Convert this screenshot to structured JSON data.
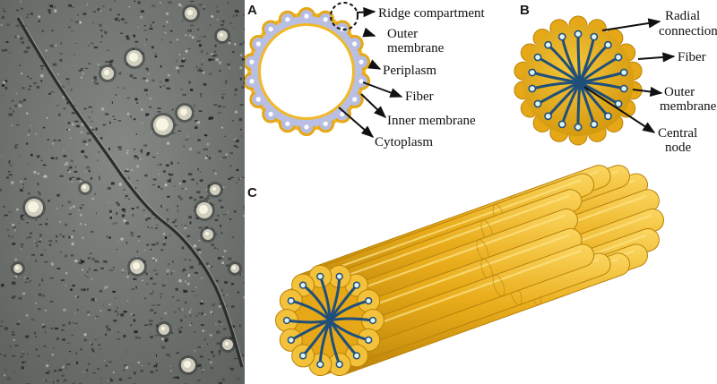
{
  "panels": {
    "A": {
      "letter": "A",
      "labels": {
        "ridge": "Ridge compartment",
        "outer1": "Outer",
        "outer2": "membrane",
        "periplasm": "Periplasm",
        "fiber": "Fiber",
        "inner": "Inner membrane",
        "cytoplasm": "Cytoplasm"
      }
    },
    "B": {
      "letter": "B",
      "labels": {
        "radial1": "Radial",
        "radial2": "connection",
        "fiber": "Fiber",
        "outer1": "Outer",
        "outer2": "membrane",
        "central1": "Central",
        "central2": "node"
      }
    },
    "C": {
      "letter": "C"
    }
  },
  "colors": {
    "gold": "#e6a816",
    "gold_light": "#f7c832",
    "gold_dark": "#b98209",
    "lavender": "#b5bce0",
    "fiber_blue": "#1f4f7a",
    "node_fill": "#dff3f6",
    "micro_bg": "#6f7470"
  }
}
